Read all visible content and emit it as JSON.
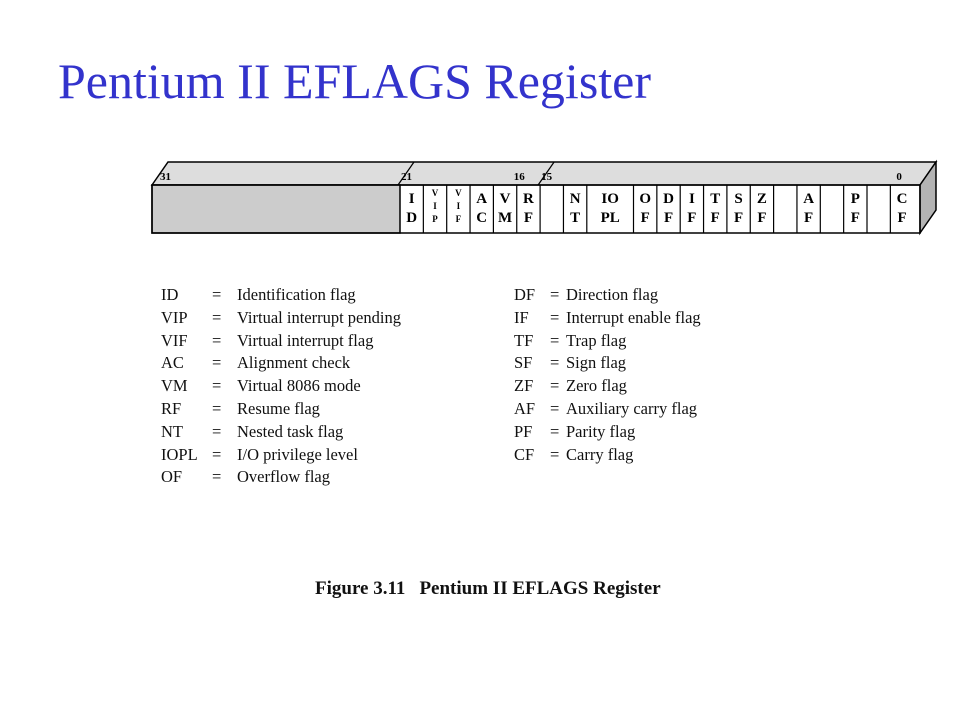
{
  "title": "Pentium II EFLAGS Register",
  "register": {
    "bit_labels": [
      {
        "text": "31",
        "bit": 31
      },
      {
        "text": "21",
        "bit": 21
      },
      {
        "text": "16",
        "bit": 16
      },
      {
        "text": "15",
        "bit": 15
      },
      {
        "text": "0",
        "bit": 0
      }
    ],
    "fields": [
      {
        "bit": 21,
        "lines": [
          "I",
          "D"
        ]
      },
      {
        "bit": 20,
        "lines": [
          "V",
          "I",
          "P"
        ]
      },
      {
        "bit": 19,
        "lines": [
          "V",
          "I",
          "F"
        ]
      },
      {
        "bit": 18,
        "lines": [
          "A",
          "C"
        ]
      },
      {
        "bit": 17,
        "lines": [
          "V",
          "M"
        ]
      },
      {
        "bit": 16,
        "lines": [
          "R",
          "F"
        ]
      },
      {
        "bit": 14,
        "lines": [
          "N",
          "T"
        ]
      },
      {
        "bit": 12,
        "span": 2,
        "lines": [
          "IO",
          "PL"
        ]
      },
      {
        "bit": 11,
        "lines": [
          "O",
          "F"
        ]
      },
      {
        "bit": 10,
        "lines": [
          "D",
          "F"
        ]
      },
      {
        "bit": 9,
        "lines": [
          "I",
          "F"
        ]
      },
      {
        "bit": 8,
        "lines": [
          "T",
          "F"
        ]
      },
      {
        "bit": 7,
        "lines": [
          "S",
          "F"
        ]
      },
      {
        "bit": 6,
        "lines": [
          "Z",
          "F"
        ]
      },
      {
        "bit": 4,
        "lines": [
          "A",
          "F"
        ]
      },
      {
        "bit": 2,
        "lines": [
          "P",
          "F"
        ]
      },
      {
        "bit": 0,
        "lines": [
          "C",
          "F"
        ]
      }
    ]
  },
  "legend_left": [
    {
      "abbr": "ID",
      "eq": "=",
      "desc": "Identification flag"
    },
    {
      "abbr": "VIP",
      "eq": "=",
      "desc": "Virtual interrupt pending"
    },
    {
      "abbr": "VIF",
      "eq": "=",
      "desc": "Virtual interrupt flag"
    },
    {
      "abbr": "AC",
      "eq": "=",
      "desc": "Alignment check"
    },
    {
      "abbr": "VM",
      "eq": "=",
      "desc": "Virtual 8086 mode"
    },
    {
      "abbr": "RF",
      "eq": "=",
      "desc": "Resume flag"
    },
    {
      "abbr": "NT",
      "eq": "=",
      "desc": "Nested task flag"
    },
    {
      "abbr": "IOPL",
      "eq": "=",
      "desc": "I/O privilege level"
    },
    {
      "abbr": "OF",
      "eq": "=",
      "desc": "Overflow flag"
    }
  ],
  "legend_right": [
    {
      "abbr": "DF",
      "eq": "=",
      "desc": "Direction flag"
    },
    {
      "abbr": "IF",
      "eq": "=",
      "desc": "Interrupt enable flag"
    },
    {
      "abbr": "TF",
      "eq": "=",
      "desc": "Trap flag"
    },
    {
      "abbr": "SF",
      "eq": "=",
      "desc": "Sign flag"
    },
    {
      "abbr": "ZF",
      "eq": "=",
      "desc": "Zero flag"
    },
    {
      "abbr": "AF",
      "eq": "=",
      "desc": "Auxiliary carry flag"
    },
    {
      "abbr": "PF",
      "eq": "=",
      "desc": "Parity flag"
    },
    {
      "abbr": "CF",
      "eq": "=",
      "desc": "Carry flag"
    }
  ],
  "caption": {
    "number": "Figure 3.11",
    "text": "Pentium II EFLAGS Register"
  },
  "colors": {
    "title": "#3333cc",
    "reserved_fill": "#cccccc",
    "top_face": "#dddddd",
    "side_face": "#b3b3b3",
    "line": "#000000"
  }
}
